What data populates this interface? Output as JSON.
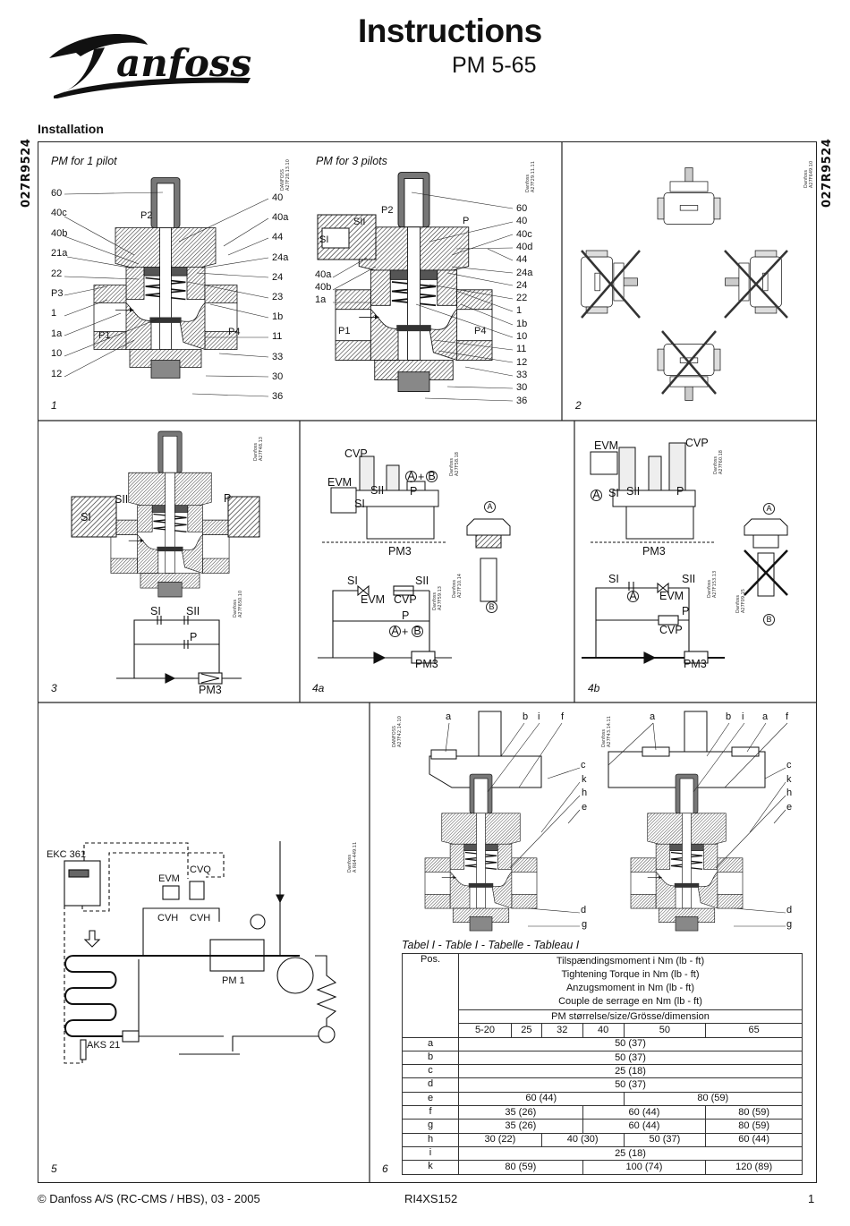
{
  "header": {
    "brand": "Danfoss",
    "title": "Instructions",
    "subtitle": "PM  5-65",
    "section": "Installation",
    "side_code": "027R9524"
  },
  "figures": {
    "fig1": {
      "number": "1",
      "title_left": "PM for 1 pilot",
      "title_right": "PM for 3 pilots",
      "code_left": "DANFOSS\nA27F28.13.10",
      "code_right": "Danfoss\nA27F29.11.11",
      "left_valve_left_labels": [
        "60",
        "40c",
        "40b",
        "21a",
        "22",
        "P3",
        "1",
        "1a",
        "10",
        "12"
      ],
      "left_valve_right_labels": [
        "40",
        "40a",
        "44",
        "24a",
        "24",
        "23",
        "1b",
        "11",
        "33",
        "30",
        "36"
      ],
      "left_valve_inner_labels": [
        "P2",
        "P1",
        "P4"
      ],
      "right_valve_left_labels": [
        "40a",
        "40b",
        "1a"
      ],
      "right_valve_right_labels": [
        "60",
        "40",
        "40c",
        "40d",
        "44",
        "24a",
        "24",
        "22",
        "1",
        "1b",
        "10",
        "11",
        "12",
        "33",
        "30",
        "36"
      ],
      "right_valve_inner_labels": [
        "P2",
        "SII",
        "P",
        "SI",
        "P1",
        "P4"
      ]
    },
    "fig2": {
      "number": "2",
      "code": "Danfoss\nA27F649.10"
    },
    "fig3": {
      "number": "3",
      "code_top": "Danfoss\nA27F48.13",
      "code_bottom": "Danfoss\nA27F650.10",
      "labels": [
        "SII",
        "P",
        "SI",
        "SI",
        "SII",
        "P",
        "PM3"
      ]
    },
    "fig4a": {
      "number": "4a",
      "code_top": "Danfoss\nA27F58.18",
      "code_schematic": "Danfoss\nA27F59.13",
      "code_plug": "Danfoss\nA27F10.14",
      "labels": [
        "CVP",
        "EVM",
        "SII",
        "SI",
        "P",
        "A",
        "+",
        "B",
        "PM3",
        "SI",
        "SII",
        "EVM",
        "CVP",
        "P",
        "A",
        "+",
        "B",
        "PM3"
      ],
      "plug_labels": [
        "A",
        "B"
      ]
    },
    "fig4b": {
      "number": "4b",
      "code_top": "Danfoss\nA27F60.18",
      "code_schematic": "Danfoss\nA27F153.13",
      "code_plug": "Danfoss\nA27F09.15",
      "labels": [
        "EVM",
        "CVP",
        "A",
        "SI",
        "SII",
        "P",
        "PM3",
        "SI",
        "SII",
        "A",
        "EVM",
        "P",
        "CVP",
        "PM3"
      ],
      "plug_labels": [
        "A",
        "B"
      ]
    },
    "fig5": {
      "number": "5",
      "code": "Danfoss\nA R64-449.11",
      "labels": [
        "EKC 361",
        "EVM",
        "CVQ",
        "CVH",
        "CVH",
        "PM 1",
        "AKS 21"
      ]
    },
    "fig6": {
      "number": "6",
      "code_left": "DANFOSS\nA27F42.14.10",
      "code_right": "Danfoss\nA27F43.14.11",
      "left_labels": [
        "a",
        "b",
        "i",
        "f",
        "c",
        "k",
        "h",
        "e",
        "d",
        "g"
      ],
      "right_labels": [
        "a",
        "b",
        "i",
        "a",
        "f",
        "c",
        "k",
        "h",
        "e",
        "d",
        "g"
      ]
    }
  },
  "table": {
    "title": "Tabel I - Table I - Tabelle - Tableau I",
    "pos_header": "Pos.",
    "torque_headers": [
      "Tilspændingsmoment i Nm (lb - ft)",
      "Tightening Torque in Nm (lb - ft)",
      "Anzugsmoment in Nm (lb - ft)",
      "Couple de serrage en Nm (lb - ft)"
    ],
    "size_header": "PM størrelse/size/Grösse/dimension",
    "sizes": [
      "5-20",
      "25",
      "32",
      "40",
      "50",
      "65"
    ],
    "rows": [
      {
        "pos": "a",
        "cells": [
          {
            "v": "50 (37)",
            "span": 6
          }
        ]
      },
      {
        "pos": "b",
        "cells": [
          {
            "v": "50 (37)",
            "span": 6
          }
        ]
      },
      {
        "pos": "c",
        "cells": [
          {
            "v": "25 (18)",
            "span": 6
          }
        ]
      },
      {
        "pos": "d",
        "cells": [
          {
            "v": "50 (37)",
            "span": 6
          }
        ]
      },
      {
        "pos": "e",
        "cells": [
          {
            "v": "60 (44)",
            "span": 4
          },
          {
            "v": "80 (59)",
            "span": 2
          }
        ]
      },
      {
        "pos": "f",
        "cells": [
          {
            "v": "35 (26)",
            "span": 3
          },
          {
            "v": "60 (44)",
            "span": 2
          },
          {
            "v": "80 (59)",
            "span": 1
          }
        ]
      },
      {
        "pos": "g",
        "cells": [
          {
            "v": "35 (26)",
            "span": 3
          },
          {
            "v": "60 (44)",
            "span": 2
          },
          {
            "v": "80 (59)",
            "span": 1
          }
        ]
      },
      {
        "pos": "h",
        "cells": [
          {
            "v": "30 (22)",
            "span": 2
          },
          {
            "v": "40 (30)",
            "span": 2
          },
          {
            "v": "50 (37)",
            "span": 1
          },
          {
            "v": "60 (44)",
            "span": 1
          }
        ]
      },
      {
        "pos": "i",
        "cells": [
          {
            "v": "25 (18)",
            "span": 6
          }
        ]
      },
      {
        "pos": "k",
        "cells": [
          {
            "v": "80 (59)",
            "span": 3
          },
          {
            "v": "100 (74)",
            "span": 2
          },
          {
            "v": "120 (89)",
            "span": 1
          }
        ]
      }
    ]
  },
  "footer": {
    "copyright": "© Danfoss A/S (RC-CMS / HBS), 03 - 2005",
    "doc_code": "RI4XS152",
    "page": "1"
  }
}
